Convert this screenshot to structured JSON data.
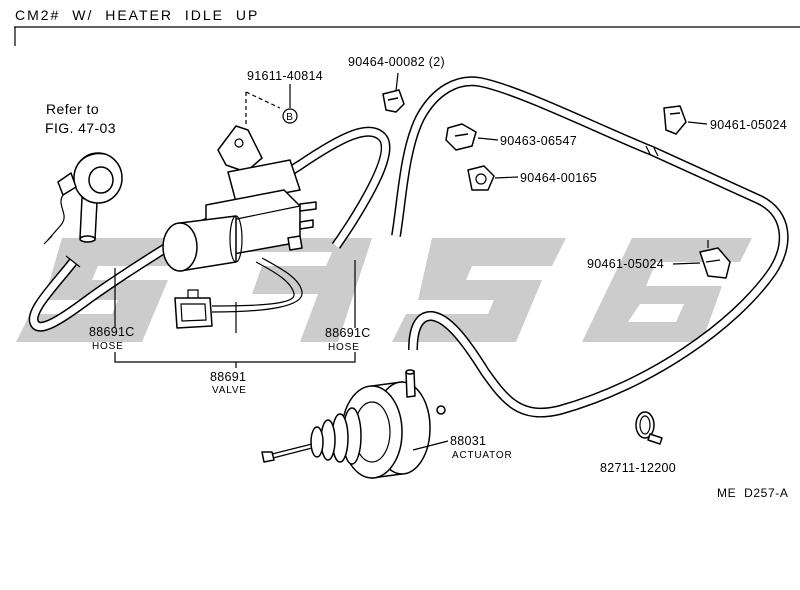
{
  "header": {
    "title": "CM2# W/ HEATER IDLE UP"
  },
  "callouts": {
    "bracket_bolt": "91611-40814",
    "bracket_bolt_mark": "B",
    "clip_top": "90464-00082 (2)",
    "refer_line1": "Refer to",
    "refer_line2": "FIG. 47-03",
    "clip_mid": "90463-06547",
    "clamp_upper_right": "90461-05024",
    "clip_lower": "90464-00165",
    "clamp_right": "90461-05024",
    "hose_left_part": "88691C",
    "hose_left_name": "HOSE",
    "hose_right_part": "88691C",
    "hose_right_name": "HOSE",
    "valve_part": "88691",
    "valve_name": "VALVE",
    "actuator_part": "88031",
    "actuator_name": "ACTUATOR",
    "clamp_bottom": "82711-12200"
  },
  "footer": {
    "code": "ME D257-A"
  }
}
